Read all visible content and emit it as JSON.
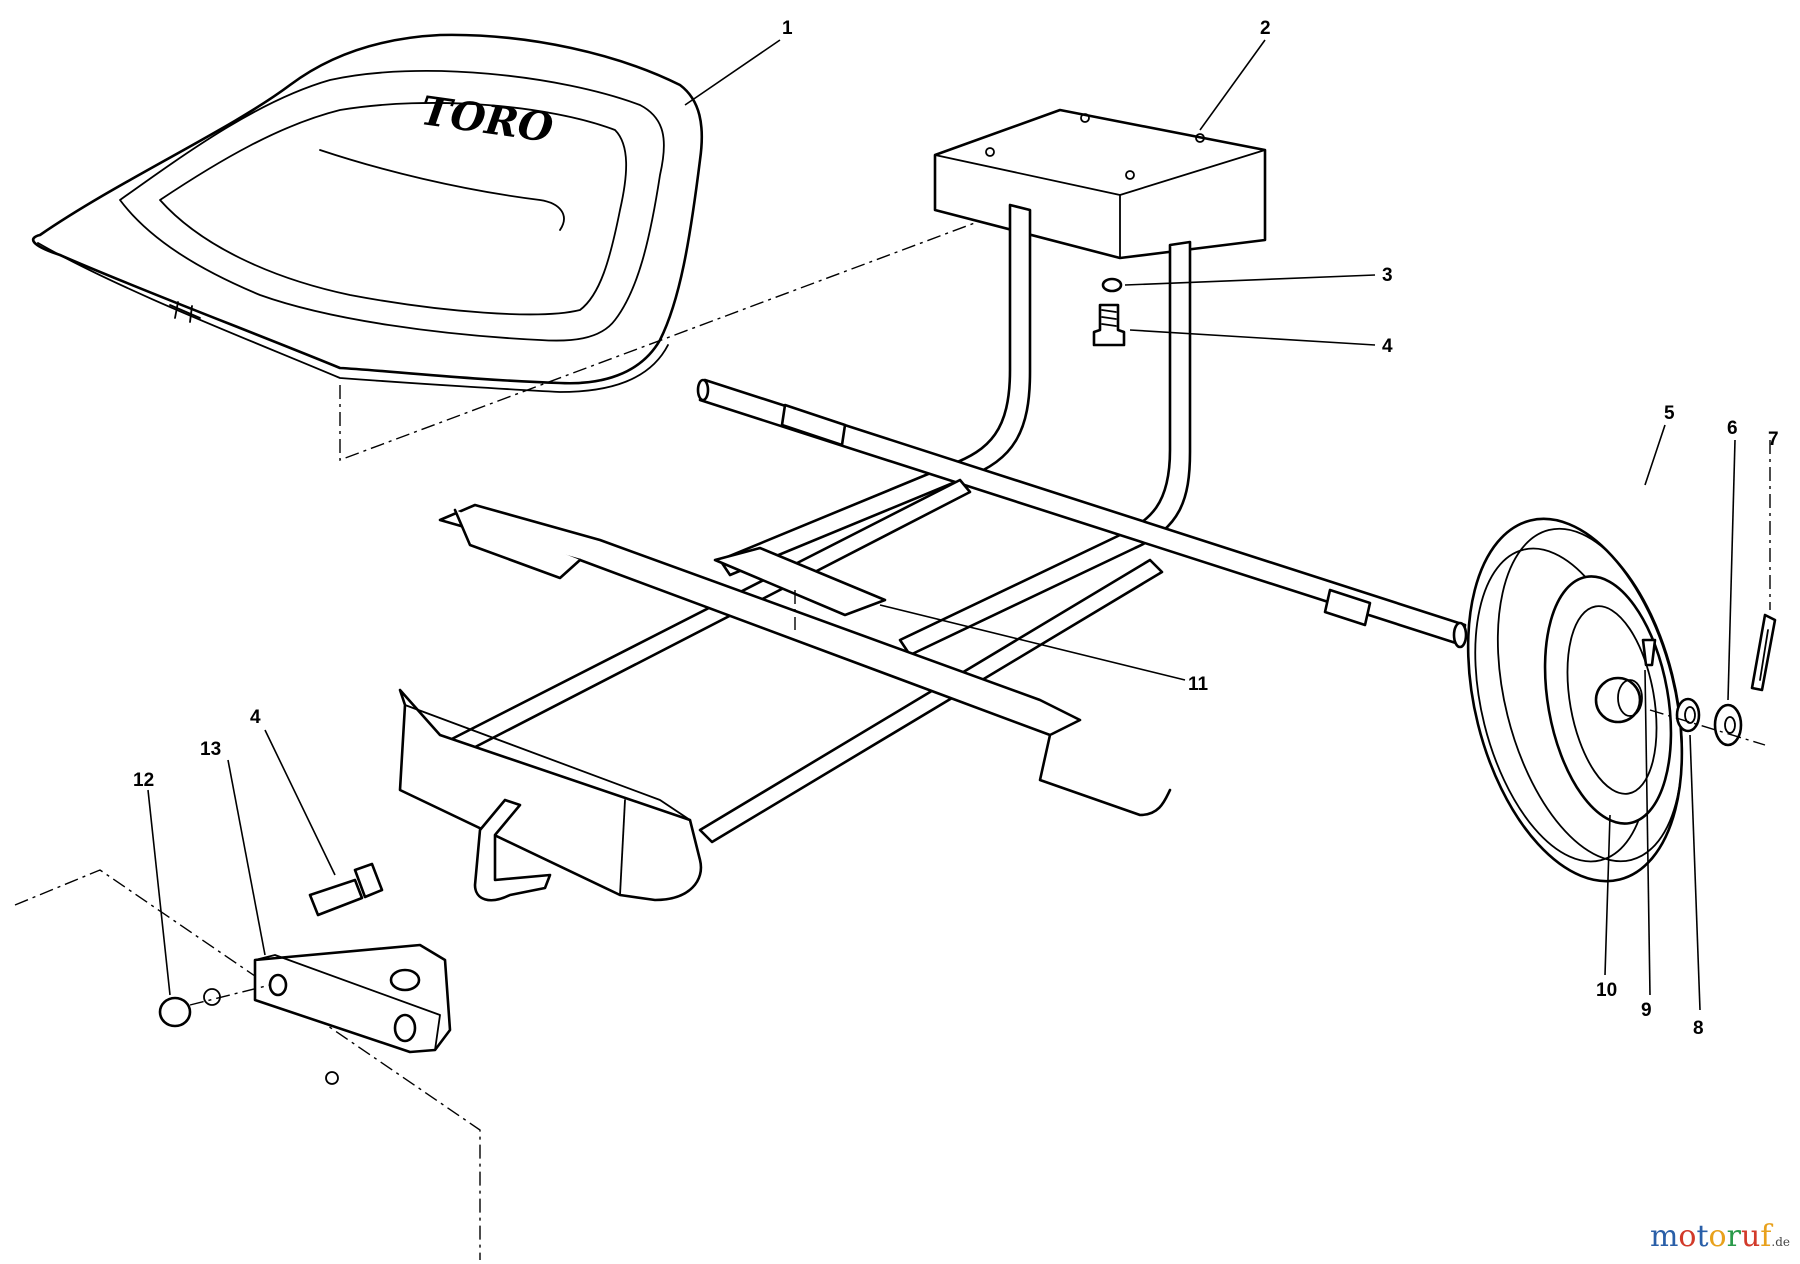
{
  "seat_brand": "TORO",
  "callouts": [
    {
      "id": "1",
      "part": "seat"
    },
    {
      "id": "2",
      "part": "seat-support-bracket"
    },
    {
      "id": "3",
      "part": "lock-washer"
    },
    {
      "id": "4",
      "part": "cap-screw"
    },
    {
      "id": "5",
      "part": "wheel-tire"
    },
    {
      "id": "6",
      "part": "flat-washer"
    },
    {
      "id": "7",
      "part": "cotter-pin"
    },
    {
      "id": "8",
      "part": "washer"
    },
    {
      "id": "9",
      "part": "grease-fitting"
    },
    {
      "id": "10",
      "part": "wheel-rim"
    },
    {
      "id": "11",
      "part": "decal"
    },
    {
      "id": "12",
      "part": "lock-nut"
    },
    {
      "id": "13",
      "part": "hitch-bracket"
    },
    {
      "id": "4",
      "part": "cap-screw-hitch"
    }
  ],
  "watermark": {
    "text": "motoruf",
    "suffix": ".de",
    "letter_colors": [
      "#2a5fa8",
      "#d23a2a",
      "#2a5fa8",
      "#e8a11c",
      "#2a9a4a",
      "#d23a2a",
      "#e8a11c"
    ]
  }
}
